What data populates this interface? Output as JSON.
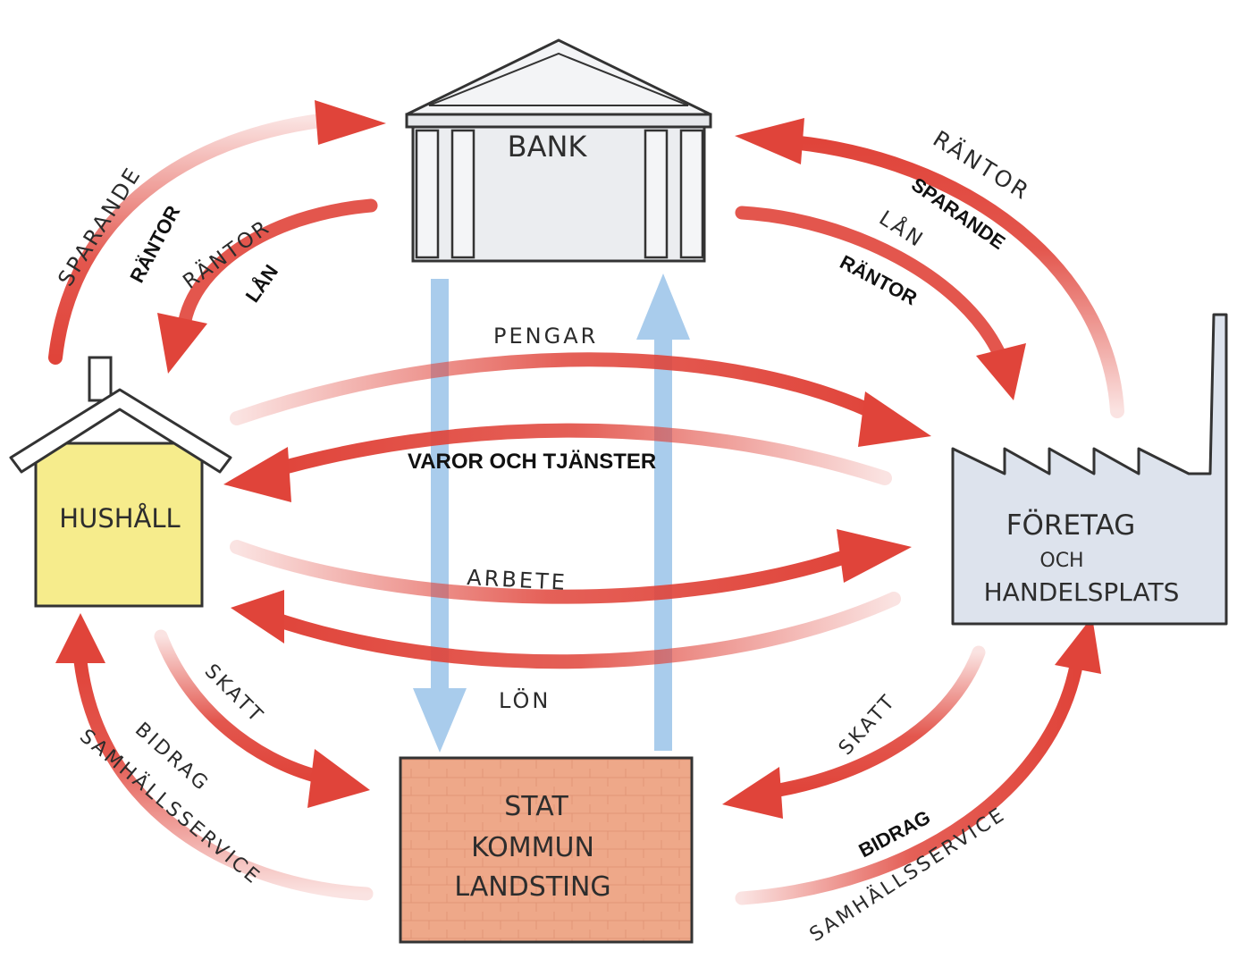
{
  "colors": {
    "flow_arrow": "#e0443a",
    "blue_arrow": "#a9ccec",
    "house": "#f6ec8c",
    "bank": "#ebedf0",
    "factory": "#dde3ed",
    "state": "#eea889"
  },
  "nodes": {
    "bank": "BANK",
    "household": "HUSHÅLL",
    "company_line1": "FÖRETAG",
    "company_line2": "OCH",
    "company_line3": "HANDELSPLATS",
    "state_line1": "STAT",
    "state_line2": "KOMMUN",
    "state_line3": "LANDSTING"
  },
  "flows": {
    "left_top": {
      "sparande": "SPARANDE",
      "rantor_bold": "RÄNTOR",
      "rantor": "RÄNTOR",
      "lan_bold": "LÅN"
    },
    "right_top": {
      "rantor": "RÄNTOR",
      "sparande_bold": "SPARANDE",
      "lan": "LÅN",
      "rantor_bold": "RÄNTOR"
    },
    "middle": {
      "pengar": "PENGAR",
      "varor": "VAROR OCH TJÄNSTER",
      "arbete": "ARBETE",
      "lon": "LÖN"
    },
    "left_bottom": {
      "skatt": "SKATT",
      "bidrag": "BIDRAG",
      "samhallsservice": "SAMHÄLLSSERVICE"
    },
    "right_bottom": {
      "skatt": "SKATT",
      "bidrag_bold": "BIDRAG",
      "samhallsservice": "SAMHÄLLSSERVICE"
    }
  }
}
